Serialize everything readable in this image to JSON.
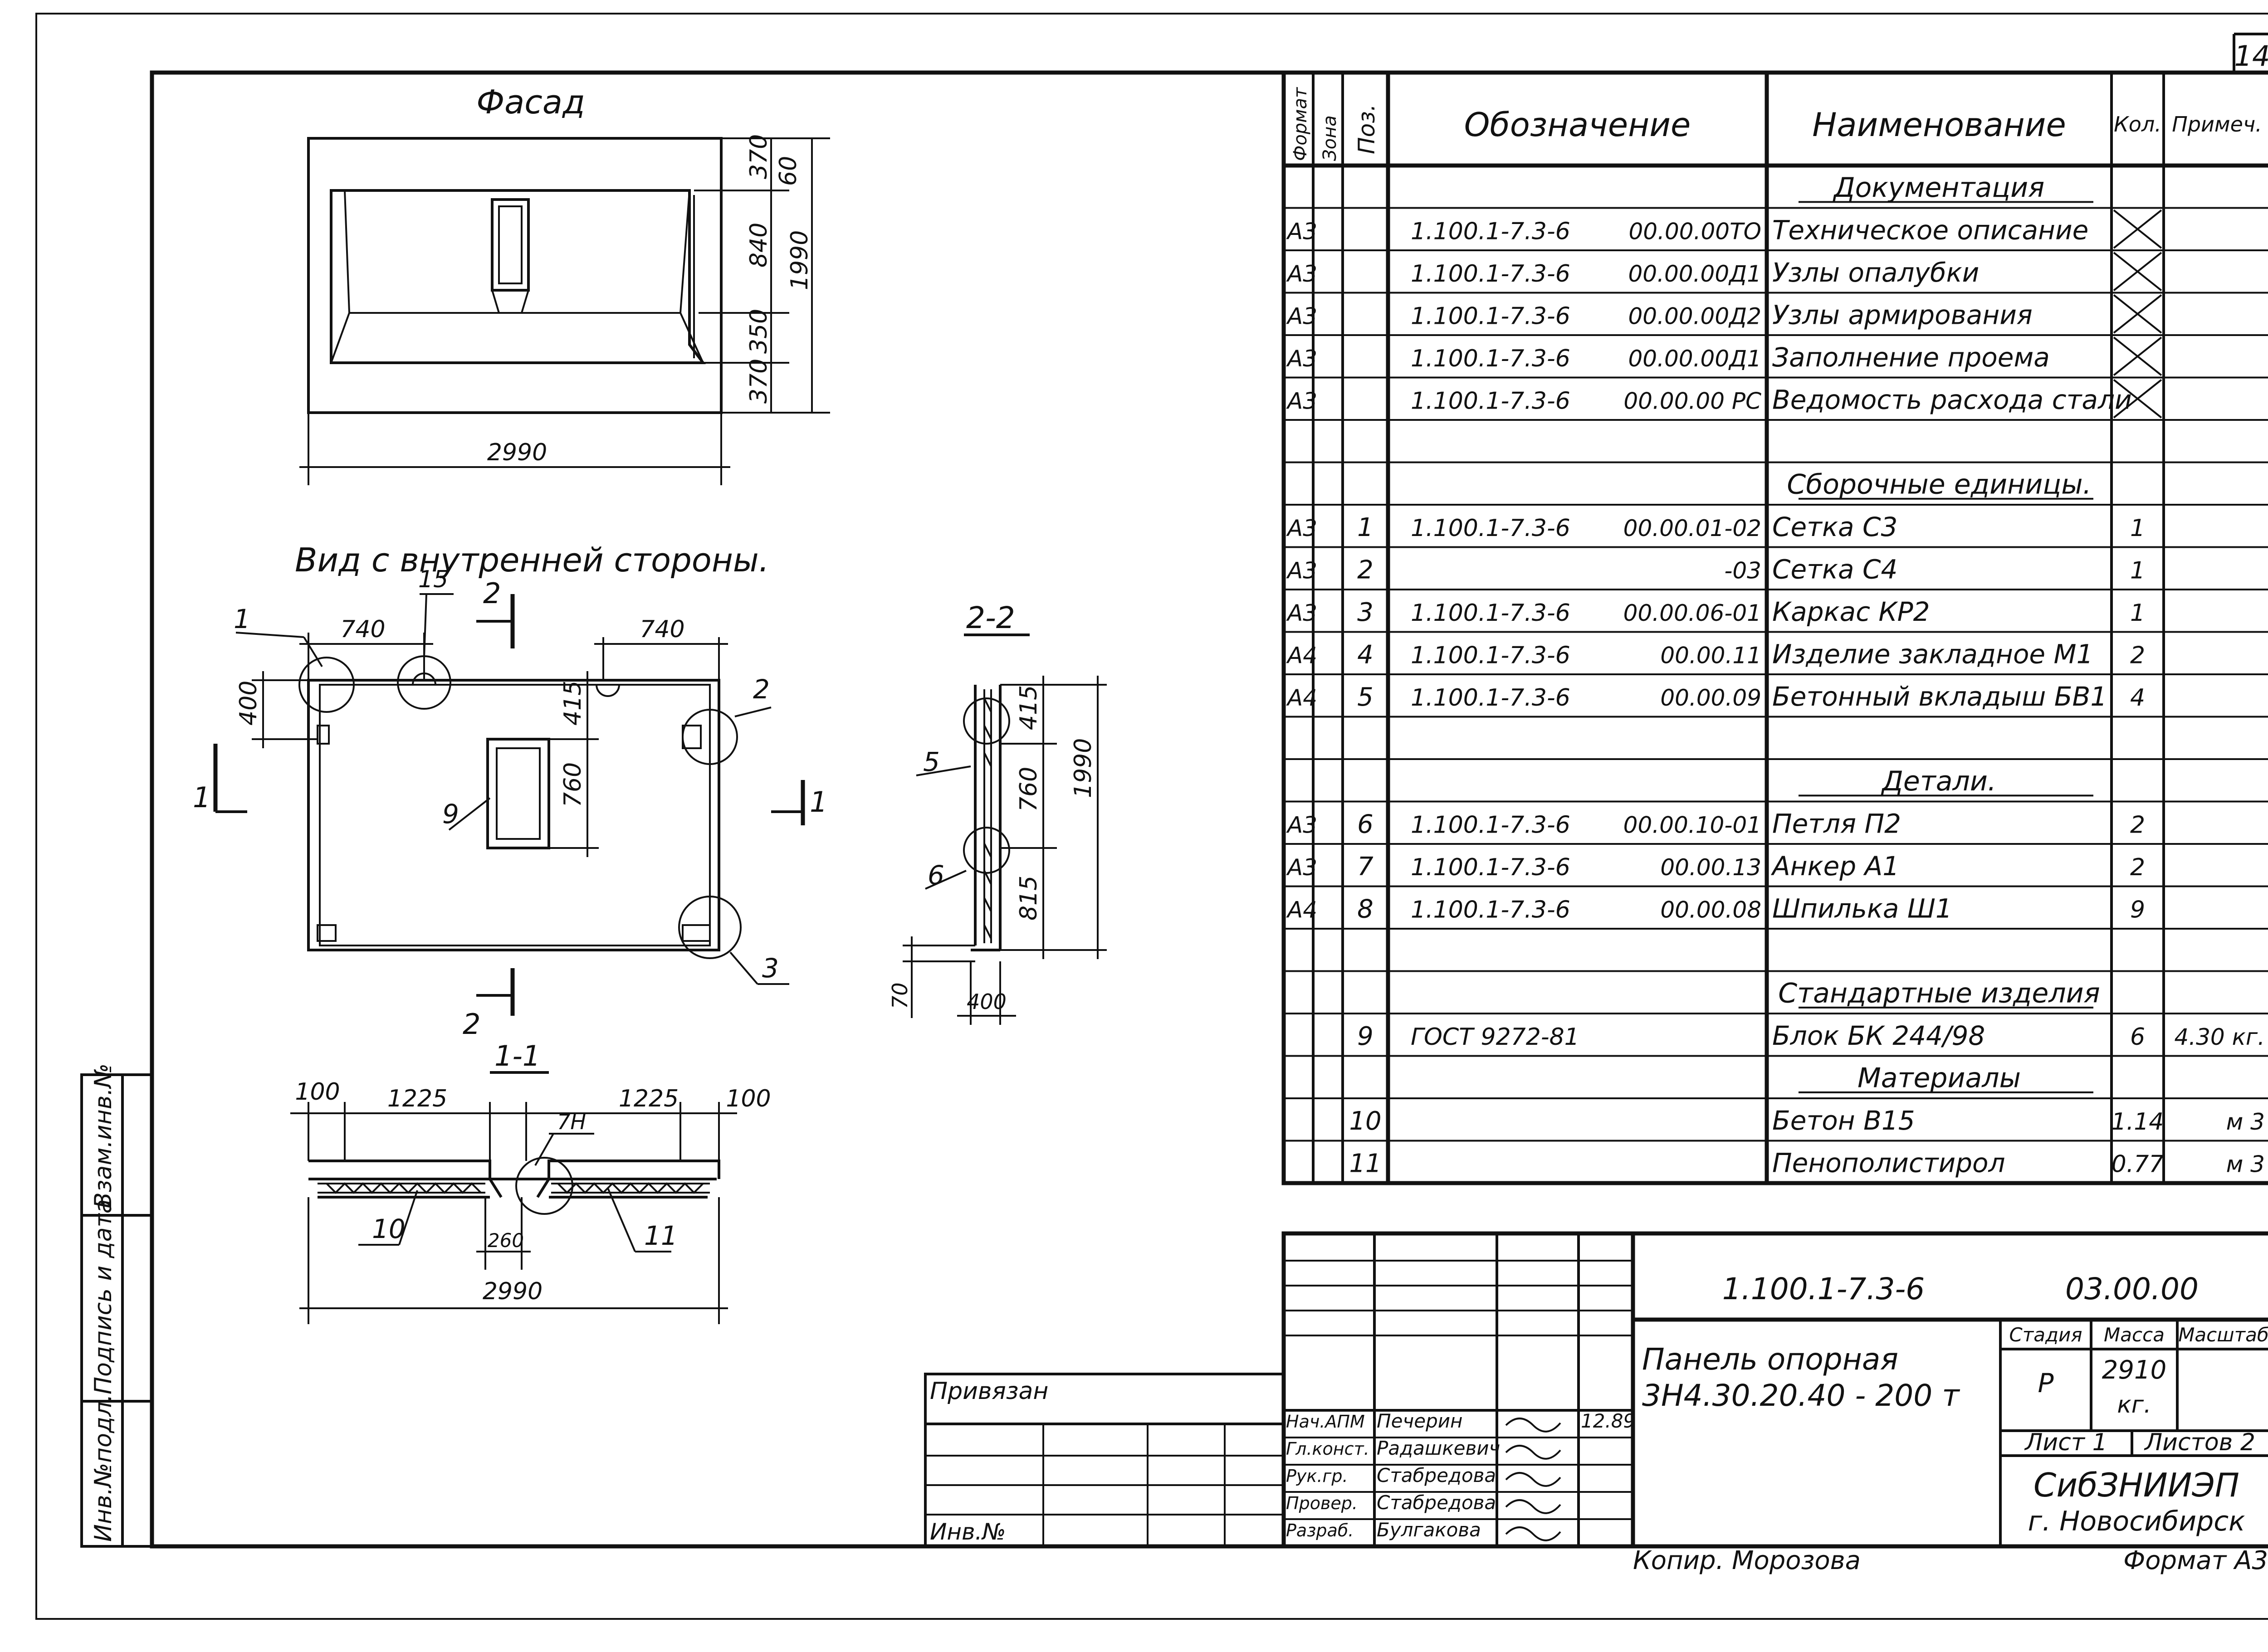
{
  "sheet": {
    "number": "14",
    "designation": "1.100.1-7.3-6",
    "code": "03.00.00",
    "title_line1": "Панель опорная",
    "title_line2": "3Н4.30.20.40 - 200 т",
    "stage_header": "Стадия",
    "mass_header": "Масса",
    "scale_header": "Масштаб",
    "stage": "Р",
    "mass": "2910",
    "mass_unit": "кг.",
    "sheet_label": "Лист 1",
    "sheets_label": "Листов 2",
    "org_name": "СибЗНИИЭП",
    "org_city": "г. Новосибирск",
    "copied_by": "Копир. Морозова",
    "format": "Формат А3",
    "bound_label": "Привязан",
    "inv_label": "Инв.№",
    "side_labels": [
      "Инв.№подл.",
      "Подпись и дата",
      "Взам.инв.№"
    ]
  },
  "signatures": [
    {
      "role": "Нач.АПМ",
      "name": "Печерин",
      "date": "12.89"
    },
    {
      "role": "Гл.конст.",
      "name": "Радашкевич",
      "date": ""
    },
    {
      "role": "Рук.гр.",
      "name": "Стабредова",
      "date": ""
    },
    {
      "role": "Провер.",
      "name": "Стабредова",
      "date": ""
    },
    {
      "role": "Разраб.",
      "name": "Булгакова",
      "date": ""
    }
  ],
  "views": {
    "facade": {
      "title": "Фасад",
      "dims": [
        "370",
        "60",
        "840",
        "1990",
        "350",
        "370",
        "2990"
      ]
    },
    "inner": {
      "title": "Вид с внутренней стороны.",
      "dims": [
        "740",
        "740",
        "15",
        "400",
        "415",
        "760"
      ],
      "callouts": [
        "1",
        "2",
        "9",
        "3",
        "2",
        "2",
        "1",
        "1"
      ]
    },
    "section22": {
      "title": "2-2",
      "dims": [
        "415",
        "760",
        "815",
        "1990",
        "70",
        "400"
      ],
      "callouts": [
        "5",
        "6"
      ]
    },
    "section11": {
      "title": "1-1",
      "dims": [
        "100",
        "1225",
        "1225",
        "100",
        "7Н",
        "260",
        "2990"
      ],
      "callouts": [
        "10",
        "11"
      ]
    }
  },
  "spec": {
    "headers": {
      "format": "Формат",
      "zone": "Зона",
      "pos": "Поз.",
      "designation": "Обозначение",
      "name": "Наименование",
      "qty": "Кол.",
      "note": "Примеч."
    },
    "rows": [
      {
        "type": "section",
        "name": "Документация"
      },
      {
        "format": "А3",
        "pos": "",
        "des1": "1.100.1-7.3-6",
        "des2": "00.00.00ТО",
        "name": "Техническое описание",
        "qty": "",
        "note": "",
        "cross": true
      },
      {
        "format": "А3",
        "pos": "",
        "des1": "1.100.1-7.3-6",
        "des2": "00.00.00Д1",
        "name": "Узлы опалубки",
        "qty": "",
        "note": "",
        "cross": true
      },
      {
        "format": "А3",
        "pos": "",
        "des1": "1.100.1-7.3-6",
        "des2": "00.00.00Д2",
        "name": "Узлы армирования",
        "qty": "",
        "note": "",
        "cross": true
      },
      {
        "format": "А3",
        "pos": "",
        "des1": "1.100.1-7.3-6",
        "des2": "00.00.00Д1",
        "name": "Заполнение проема",
        "qty": "",
        "note": "",
        "cross": true
      },
      {
        "format": "А3",
        "pos": "",
        "des1": "1.100.1-7.3-6",
        "des2": "00.00.00 РС",
        "name": "Ведомость расхода стали",
        "qty": "",
        "note": "",
        "cross": true
      },
      {
        "type": "blank"
      },
      {
        "type": "section",
        "name": "Сборочные единицы."
      },
      {
        "format": "А3",
        "pos": "1",
        "des1": "1.100.1-7.3-6",
        "des2": "00.00.01-02",
        "name": "Сетка С3",
        "qty": "1",
        "note": ""
      },
      {
        "format": "А3",
        "pos": "2",
        "des1": "",
        "des2": "-03",
        "name": "Сетка С4",
        "qty": "1",
        "note": ""
      },
      {
        "format": "А3",
        "pos": "3",
        "des1": "1.100.1-7.3-6",
        "des2": "00.00.06-01",
        "name": "Каркас КР2",
        "qty": "1",
        "note": ""
      },
      {
        "format": "А4",
        "pos": "4",
        "des1": "1.100.1-7.3-6",
        "des2": "00.00.11",
        "name": "Изделие закладное М1",
        "qty": "2",
        "note": ""
      },
      {
        "format": "А4",
        "pos": "5",
        "des1": "1.100.1-7.3-6",
        "des2": "00.00.09",
        "name": "Бетонный вкладыш БВ1",
        "qty": "4",
        "note": ""
      },
      {
        "type": "blank"
      },
      {
        "type": "section",
        "name": "Детали."
      },
      {
        "format": "А3",
        "pos": "6",
        "des1": "1.100.1-7.3-6",
        "des2": "00.00.10-01",
        "name": "Петля П2",
        "qty": "2",
        "note": ""
      },
      {
        "format": "А3",
        "pos": "7",
        "des1": "1.100.1-7.3-6",
        "des2": "00.00.13",
        "name": "Анкер А1",
        "qty": "2",
        "note": ""
      },
      {
        "format": "А4",
        "pos": "8",
        "des1": "1.100.1-7.3-6",
        "des2": "00.00.08",
        "name": "Шпилька Ш1",
        "qty": "9",
        "note": ""
      },
      {
        "type": "blank"
      },
      {
        "type": "section",
        "name": "Стандартные изделия"
      },
      {
        "format": "",
        "pos": "9",
        "des1": "ГОСТ 9272-81",
        "des2": "",
        "name": "Блок БК 244/98",
        "qty": "6",
        "note": "4.30 кг."
      },
      {
        "type": "section",
        "name": "Материалы"
      },
      {
        "format": "",
        "pos": "10",
        "des1": "",
        "des2": "",
        "name": "Бетон В15",
        "qty": "1.14",
        "note": "м 3"
      },
      {
        "format": "",
        "pos": "11",
        "des1": "",
        "des2": "",
        "name": "Пенополистирол",
        "qty": "0.77",
        "note": "м 3"
      }
    ]
  }
}
